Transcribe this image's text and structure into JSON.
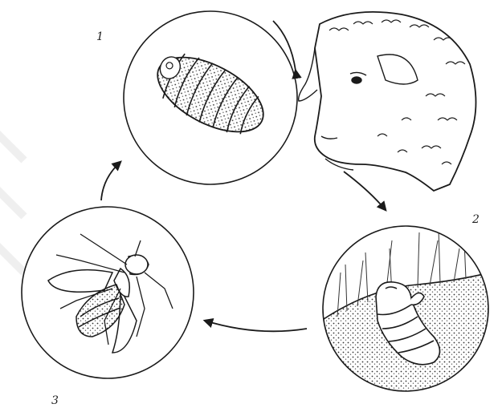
{
  "stages": [
    {
      "number": "1",
      "depicts": "larva"
    },
    {
      "number": "2",
      "depicts": "pupa-in-soil"
    },
    {
      "number": "3",
      "depicts": "adult-fly"
    }
  ],
  "icons": [
    "sheep-head-icon",
    "larva-icon",
    "pupa-icon",
    "fly-icon",
    "cycle-arrow-icon"
  ],
  "colors": {
    "ink": "#1a1a1a",
    "background": "#ffffff",
    "soil": "#555555"
  }
}
